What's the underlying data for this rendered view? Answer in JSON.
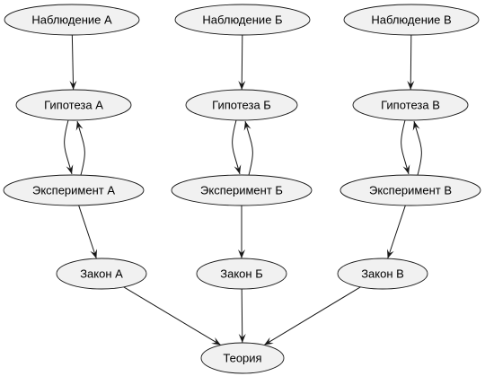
{
  "diagram": {
    "nodes": [
      {
        "id": "obs_a",
        "label": "Наблюдение А"
      },
      {
        "id": "obs_b",
        "label": "Наблюдение Б"
      },
      {
        "id": "obs_v",
        "label": "Наблюдение В"
      },
      {
        "id": "hyp_a",
        "label": "Гипотеза А"
      },
      {
        "id": "hyp_b",
        "label": "Гипотеза Б"
      },
      {
        "id": "hyp_v",
        "label": "Гипотеза В"
      },
      {
        "id": "exp_a",
        "label": "Эксперимент А"
      },
      {
        "id": "exp_b",
        "label": "Эксперимент Б"
      },
      {
        "id": "exp_v",
        "label": "Эксперимент В"
      },
      {
        "id": "law_a",
        "label": "Закон А"
      },
      {
        "id": "law_b",
        "label": "Закон Б"
      },
      {
        "id": "law_v",
        "label": "Закон В"
      },
      {
        "id": "theory",
        "label": "Теория"
      }
    ],
    "edges": [
      {
        "from": "obs_a",
        "to": "hyp_a"
      },
      {
        "from": "obs_b",
        "to": "hyp_b"
      },
      {
        "from": "obs_v",
        "to": "hyp_v"
      },
      {
        "from": "hyp_a",
        "to": "exp_a"
      },
      {
        "from": "exp_a",
        "to": "hyp_a"
      },
      {
        "from": "hyp_b",
        "to": "exp_b"
      },
      {
        "from": "exp_b",
        "to": "hyp_b"
      },
      {
        "from": "hyp_v",
        "to": "exp_v"
      },
      {
        "from": "exp_v",
        "to": "hyp_v"
      },
      {
        "from": "exp_a",
        "to": "law_a"
      },
      {
        "from": "exp_b",
        "to": "law_b"
      },
      {
        "from": "exp_v",
        "to": "law_v"
      },
      {
        "from": "law_a",
        "to": "theory"
      },
      {
        "from": "law_b",
        "to": "theory"
      },
      {
        "from": "law_v",
        "to": "theory"
      }
    ]
  }
}
